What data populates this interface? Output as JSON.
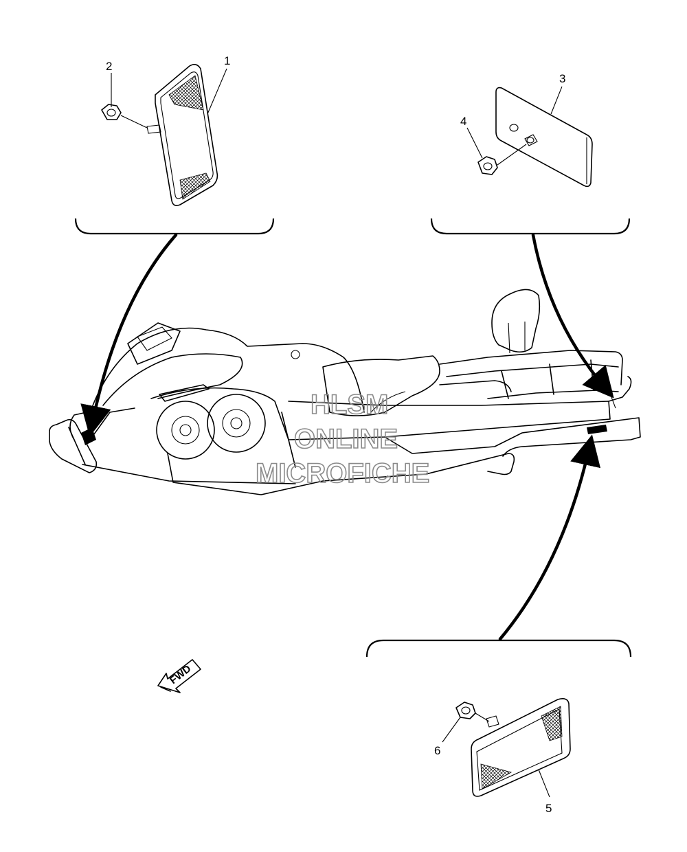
{
  "callouts": {
    "part1": "1",
    "part2": "2",
    "part3": "3",
    "part4": "4",
    "part5": "5",
    "part6": "6"
  },
  "fwd_label": "FWD",
  "watermark": {
    "line1": "HLSM",
    "line2": "ONLINE",
    "line3": "MICROFICHE"
  }
}
